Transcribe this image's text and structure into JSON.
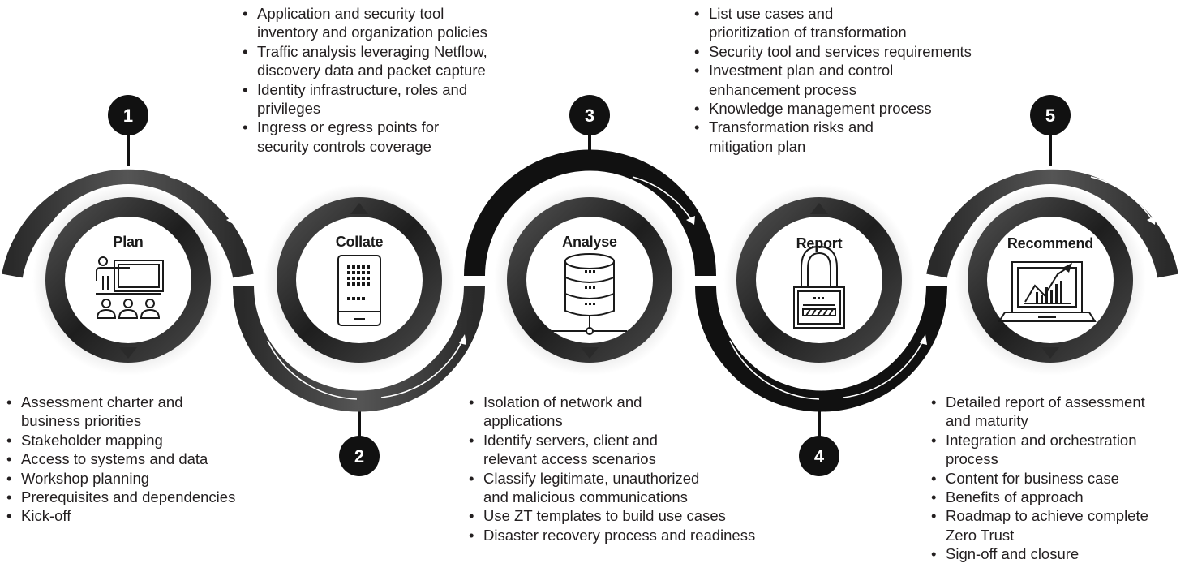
{
  "stages": [
    {
      "number": "1",
      "title": "Plan",
      "icon": "presentation-icon",
      "bullets": [
        "Assessment charter and\nbusiness priorities",
        "Stakeholder mapping",
        "Access to systems and data",
        "Workshop planning",
        "Prerequisites and dependencies",
        "Kick-off"
      ]
    },
    {
      "number": "2",
      "title": "Collate",
      "icon": "mobile-device-icon",
      "bullets": [
        "Application and security tool\ninventory and organization policies",
        "Traffic analysis leveraging Netflow,\ndiscovery data and packet capture",
        "Identity infrastructure, roles and\nprivileges",
        "Ingress or egress points for\nsecurity controls coverage"
      ]
    },
    {
      "number": "3",
      "title": "Analyse",
      "icon": "database-network-icon",
      "bullets": [
        "Isolation of network and\napplications",
        "Identify servers, client and\nrelevant access scenarios",
        "Classify legitimate, unauthorized\nand malicious communications",
        "Use ZT templates to build use cases",
        "Disaster recovery process and readiness"
      ]
    },
    {
      "number": "4",
      "title": "Report",
      "icon": "padlock-icon",
      "bullets": [
        "List use cases and\n prioritization of transformation",
        "Security tool and services requirements",
        "Investment plan and control\nenhancement process",
        "Knowledge management process",
        "Transformation risks and\nmitigation plan"
      ]
    },
    {
      "number": "5",
      "title": "Recommend",
      "icon": "laptop-chart-icon",
      "bullets": [
        "Detailed report of assessment\nand maturity",
        "Integration and orchestration\nprocess",
        "Content for business case",
        "Benefits of approach",
        "Roadmap to achieve complete\nZero Trust",
        "Sign-off and closure"
      ]
    }
  ]
}
